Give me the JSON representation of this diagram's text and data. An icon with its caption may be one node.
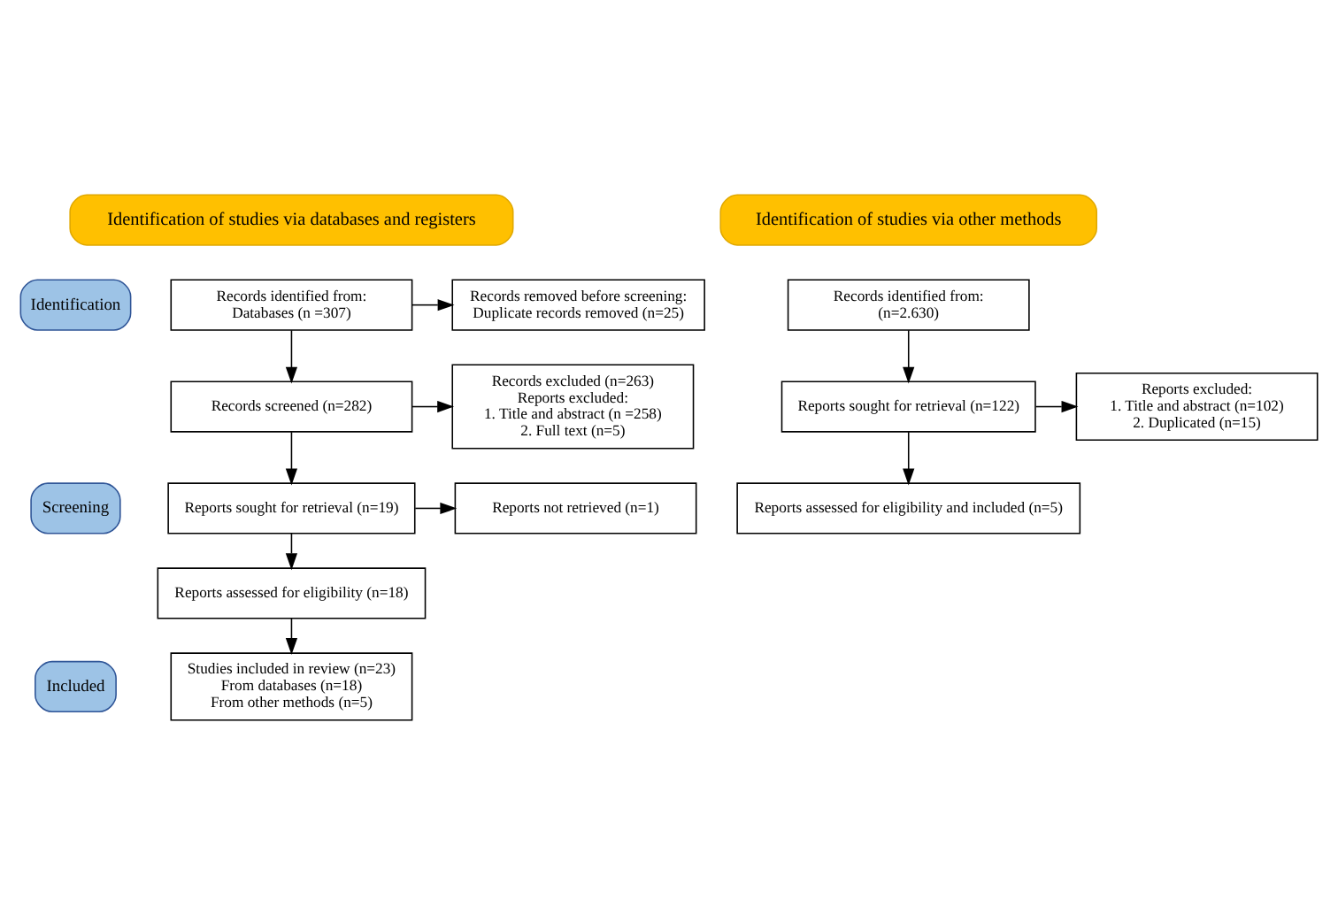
{
  "diagram": {
    "nodes": [
      {
        "text": [
          "Identification of studies via databases and registers"
        ]
      },
      {
        "text": [
          "Identification of studies via other methods"
        ]
      },
      {
        "text": [
          "Identification"
        ]
      },
      {
        "text": [
          "Screening"
        ]
      },
      {
        "text": [
          "Included"
        ]
      },
      {
        "text": [
          "Records identified from:",
          "Databases (n =307)"
        ]
      },
      {
        "text": [
          "Records removed before screening:",
          "Duplicate records removed (n=25)"
        ]
      },
      {
        "text": [
          "Records screened (n=282)"
        ]
      },
      {
        "text": [
          "Records excluded (n=263)",
          "Reports excluded:",
          "1. Title and abstract (n =258)",
          "2. Full text (n=5)"
        ]
      },
      {
        "text": [
          "Reports sought for retrieval (n=19)"
        ]
      },
      {
        "text": [
          "Reports not retrieved (n=1)"
        ]
      },
      {
        "text": [
          "Reports assessed for eligibility (n=18)"
        ]
      },
      {
        "text": [
          "Studies included in review (n=23)",
          "From databases (n=18)",
          "From other methods (n=5)"
        ]
      },
      {
        "text": [
          "Records identified from:",
          "(n=2.630)"
        ]
      },
      {
        "text": [
          "Reports sought for retrieval (n=122)"
        ]
      },
      {
        "text": [
          "Reports excluded:",
          "1. Title and abstract (n=102)",
          "2. Duplicated (n=15)"
        ]
      },
      {
        "text": [
          "Reports assessed for eligibility and included (n=5)"
        ]
      }
    ],
    "edges": [
      {
        "from": 5,
        "to": 6,
        "arrow": "to"
      },
      {
        "from": 5,
        "to": 7,
        "arrow": "to"
      },
      {
        "from": 7,
        "to": 8,
        "arrow": "to"
      },
      {
        "from": 7,
        "to": 9,
        "arrow": "to"
      },
      {
        "from": 9,
        "to": 10,
        "arrow": "to"
      },
      {
        "from": 9,
        "to": 11,
        "arrow": "to"
      },
      {
        "from": 11,
        "to": 12,
        "arrow": "to"
      },
      {
        "from": 13,
        "to": 14,
        "arrow": "to"
      },
      {
        "from": 14,
        "to": 15,
        "arrow": "to"
      },
      {
        "from": 14,
        "to": 16,
        "arrow": "to"
      }
    ]
  }
}
